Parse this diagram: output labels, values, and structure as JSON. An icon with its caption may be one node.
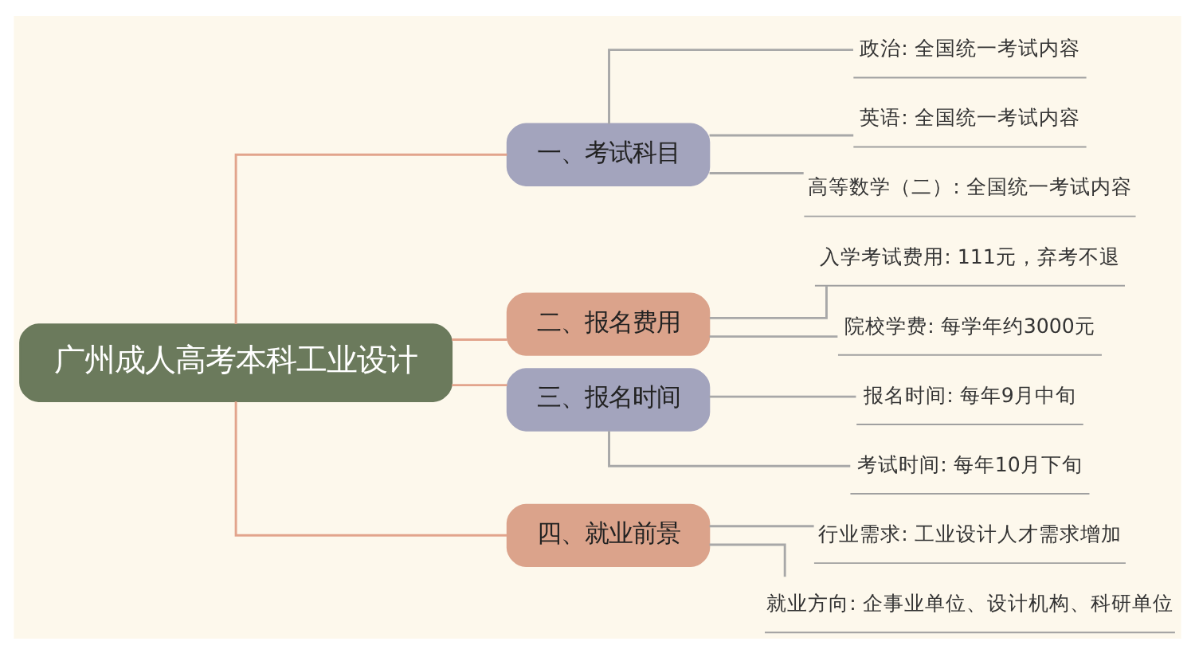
{
  "diagram": {
    "nodes": [
      {
        "text": [
          "广州成人高考本科工业设计"
        ]
      },
      {
        "text": [
          "一、考试科目"
        ]
      },
      {
        "text": [
          "政治: 全国统一考试内容"
        ]
      },
      {
        "text": [
          "英语: 全国统一考试内容"
        ]
      },
      {
        "text": [
          "高等数学（二）: 全国统一考试内容"
        ]
      },
      {
        "text": [
          "二、报名费用"
        ]
      },
      {
        "text": [
          "入学考试费用: 111元，弃考不退"
        ]
      },
      {
        "text": [
          "院校学费: 每学年约3000元"
        ]
      },
      {
        "text": [
          "三、报名时间"
        ]
      },
      {
        "text": [
          "报名时间: 每年9月中旬"
        ]
      },
      {
        "text": [
          "考试时间: 每年10月下旬"
        ]
      },
      {
        "text": [
          "四、就业前景"
        ]
      },
      {
        "text": [
          "行业需求: 工业设计人才需求增加"
        ]
      },
      {
        "text": [
          "就业方向: 企事业单位、设计机构、科研单位"
        ]
      }
    ],
    "edges": [
      {
        "from": 0,
        "to": 1,
        "arrow": "none",
        "color": "#e2a48c"
      },
      {
        "from": 1,
        "to": 2,
        "arrow": "none"
      },
      {
        "from": 1,
        "to": 3,
        "arrow": "none"
      },
      {
        "from": 1,
        "to": 4,
        "arrow": "none"
      },
      {
        "from": 0,
        "to": 5,
        "arrow": "none",
        "color": "#e2a48c"
      },
      {
        "from": 5,
        "to": 6,
        "arrow": "none"
      },
      {
        "from": 5,
        "to": 7,
        "arrow": "none"
      },
      {
        "from": 0,
        "to": 8,
        "arrow": "none",
        "color": "#e2a48c"
      },
      {
        "from": 8,
        "to": 9,
        "arrow": "none"
      },
      {
        "from": 8,
        "to": 10,
        "arrow": "none"
      },
      {
        "from": 0,
        "to": 11,
        "arrow": "none",
        "color": "#e2a48c"
      },
      {
        "from": 11,
        "to": 12,
        "arrow": "none"
      },
      {
        "from": 11,
        "to": 13,
        "arrow": "none"
      }
    ]
  }
}
